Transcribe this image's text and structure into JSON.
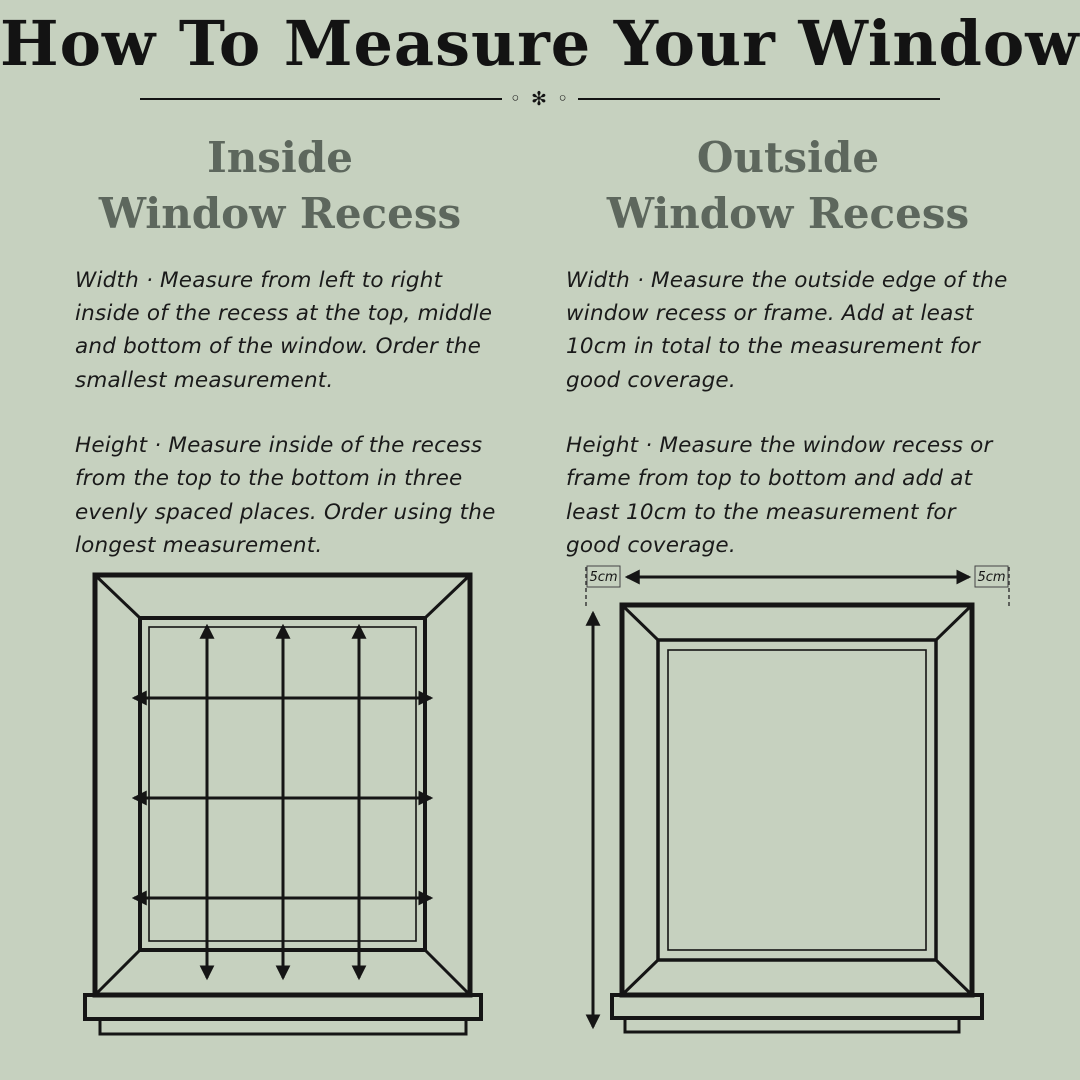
{
  "page": {
    "title": "How To Measure Your Windows",
    "ornament": "◦ ✻ ◦"
  },
  "sections": {
    "inside": {
      "heading_line1": "Inside",
      "heading_line2": "Window Recess",
      "width_text": "Width · Measure from left to right inside of the recess at the top, middle and bottom of the window. Order the smallest measurement.",
      "height_text": "Height · Measure inside of the recess from the top to the bottom in three evenly spaced places. Order using the longest measurement."
    },
    "outside": {
      "heading_line1": "Outside",
      "heading_line2": "Window Recess",
      "width_text": "Width · Measure the outside edge of the window recess or frame. Add at least 10cm in total to the measurement for good coverage.",
      "height_text": "Height · Measure the window recess or frame from top to bottom and add at least 10cm to the measurement for good coverage.",
      "margin_label_left": "5cm",
      "margin_label_right": "5cm"
    }
  },
  "colors": {
    "background": "#c6d1bf",
    "ink": "#151515",
    "heading": "#5d675d"
  }
}
